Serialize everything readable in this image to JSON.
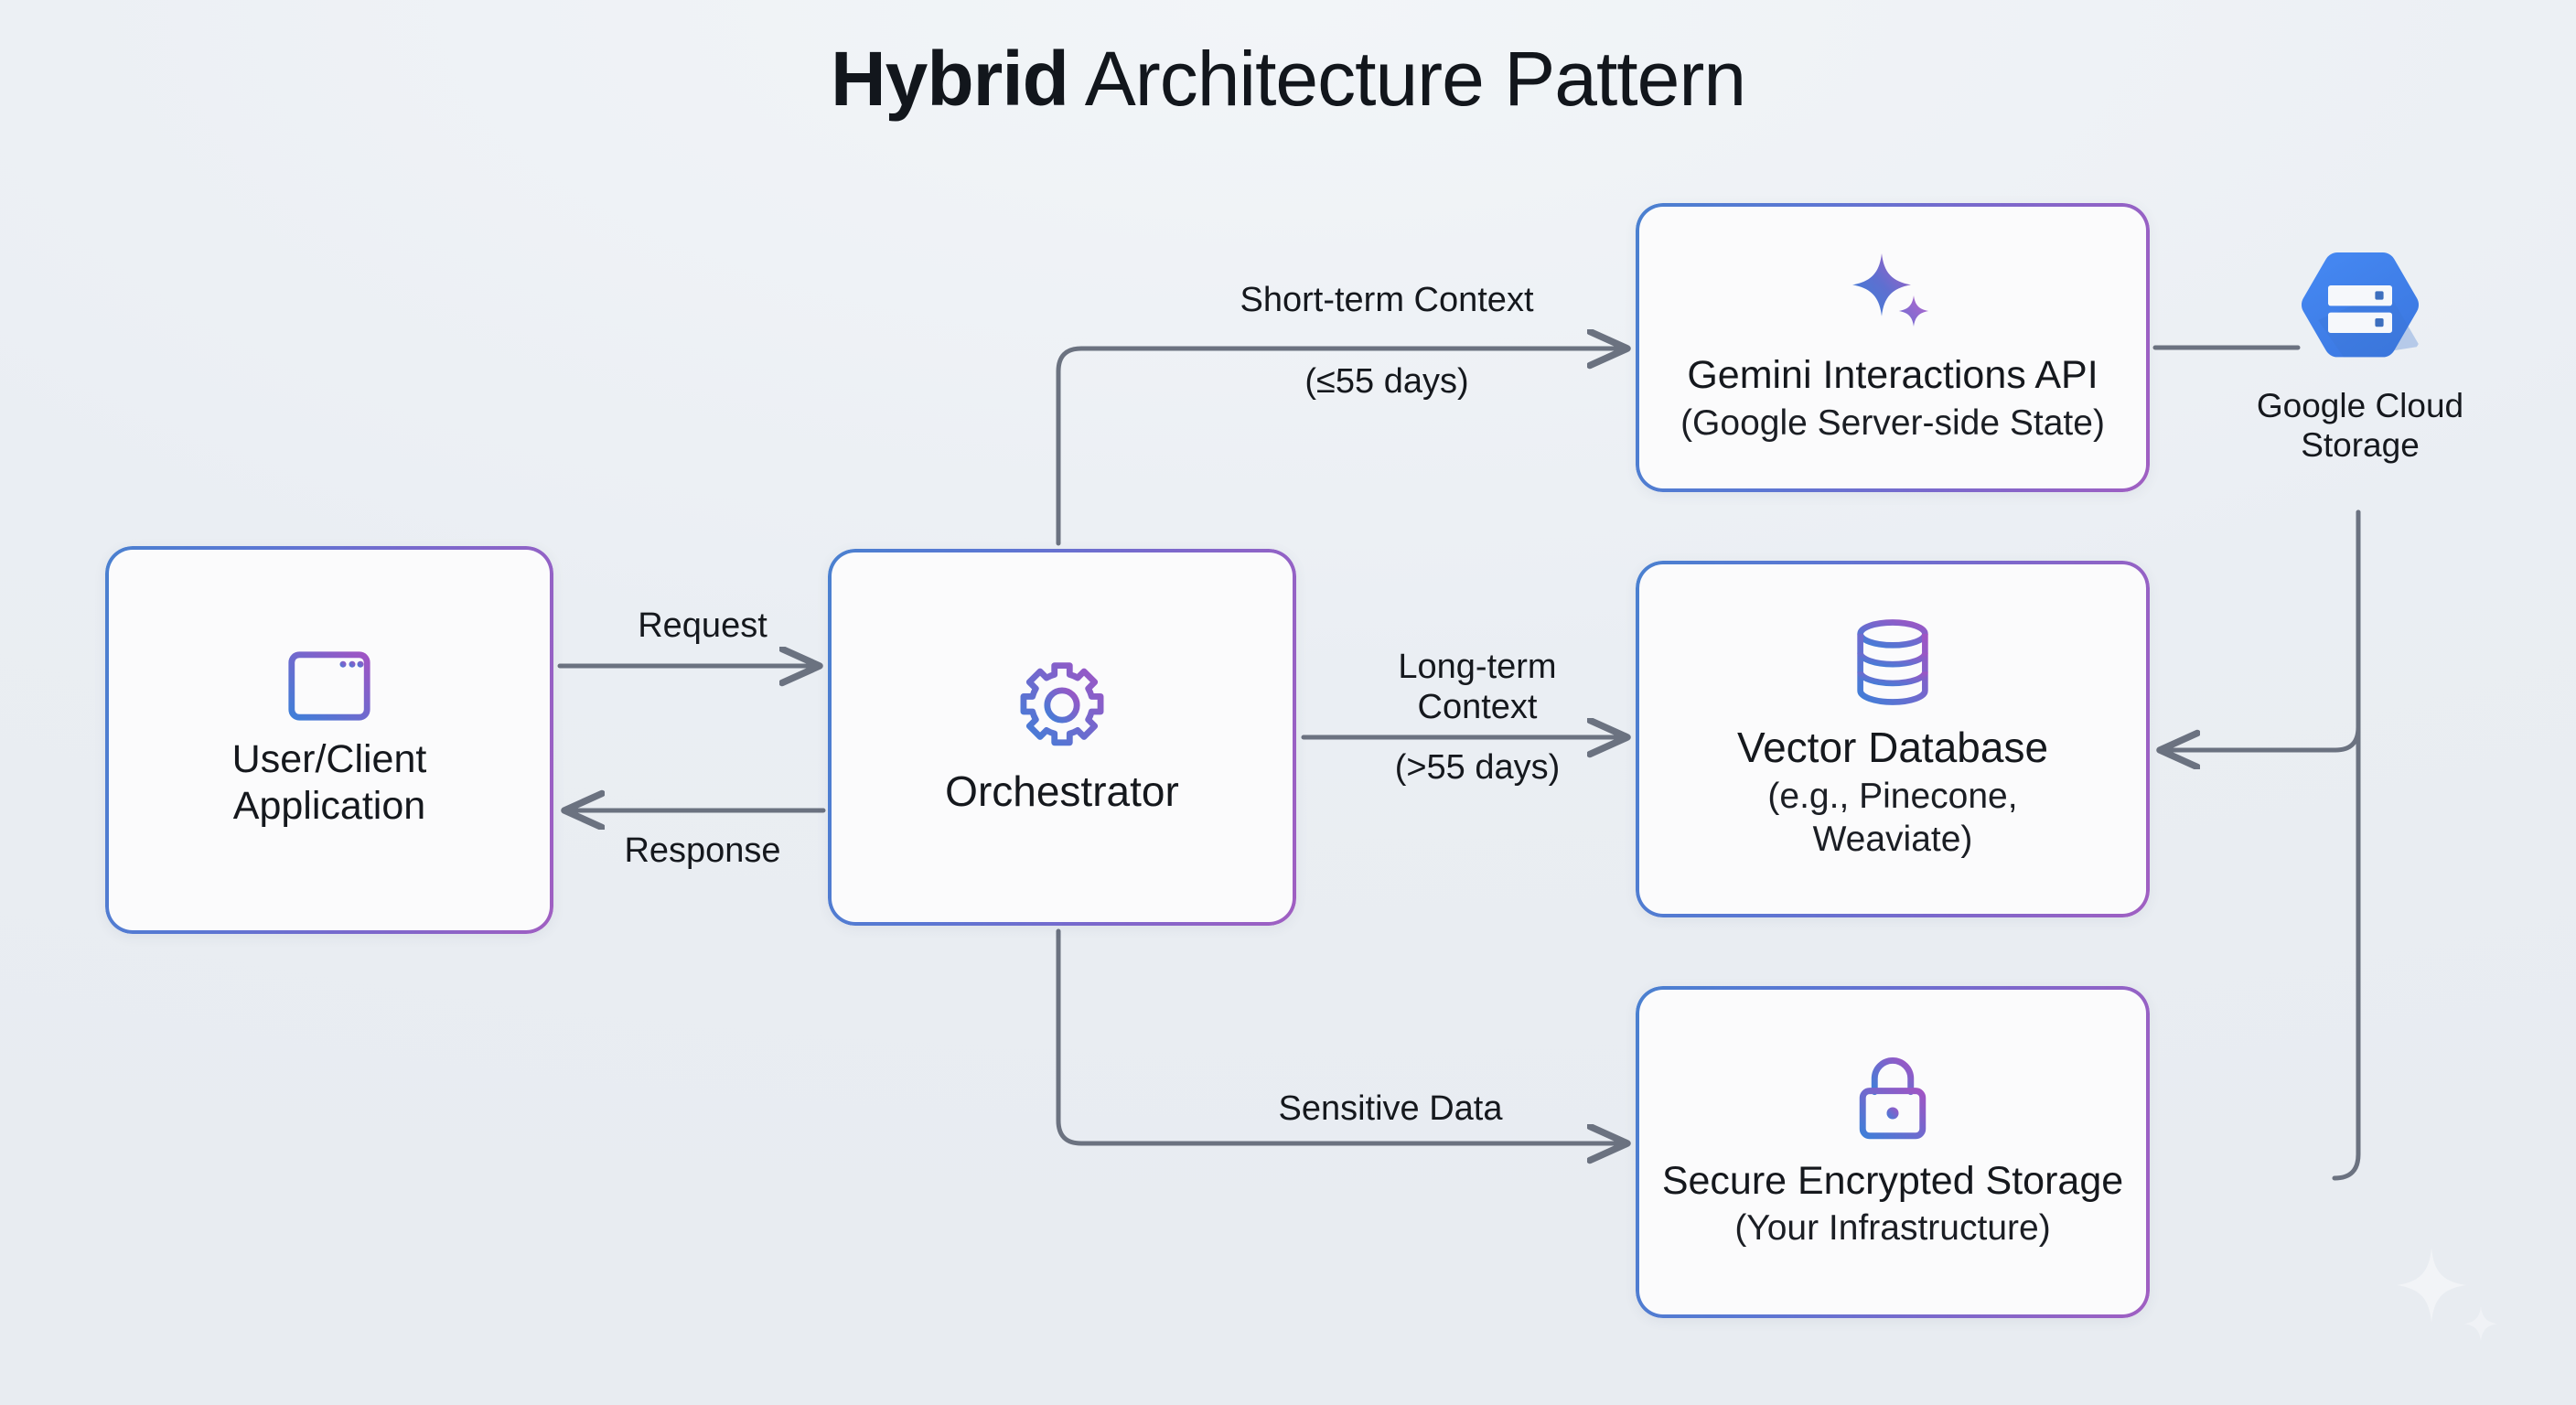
{
  "title": {
    "bold_part": "Hybrid",
    "rest": " Architecture Pattern"
  },
  "colors": {
    "background": "#eef1f5",
    "border_gradient_start": "#4a80d0",
    "border_gradient_end": "#a05fc2",
    "node_fill": "#fbfbfc",
    "connector": "#6b7280",
    "text": "#15181d",
    "gcs_blue": "#4285f4",
    "gcs_blue_dark": "#3367d6"
  },
  "nodes": [
    {
      "id": "user",
      "icon": "browser-window-icon",
      "title": "User/Client",
      "title_line2": "Application",
      "subtitle": ""
    },
    {
      "id": "orchestrator",
      "icon": "gear-icon",
      "title": "Orchestrator",
      "title_line2": "",
      "subtitle": ""
    },
    {
      "id": "gemini",
      "icon": "gemini-sparkle-icon",
      "title": "Gemini Interactions API",
      "title_line2": "",
      "subtitle": "(Google Server-side State)"
    },
    {
      "id": "vector",
      "icon": "database-cylinder-icon",
      "title": "Vector Database",
      "title_line2": "",
      "subtitle": "(e.g., Pinecone,\nWeaviate)"
    },
    {
      "id": "secure",
      "icon": "padlock-icon",
      "title": "Secure Encrypted Storage",
      "title_line2": "",
      "subtitle": "(Your Infrastructure)"
    },
    {
      "id": "gcs",
      "icon": "google-cloud-storage-hexagon-icon",
      "title": "Google Cloud",
      "title_line2": "Storage",
      "subtitle": ""
    }
  ],
  "edges": [
    {
      "id": "request",
      "from": "user",
      "to": "orchestrator",
      "label": "Request",
      "direction": "right"
    },
    {
      "id": "response",
      "from": "orchestrator",
      "to": "user",
      "label": "Response",
      "direction": "left"
    },
    {
      "id": "short",
      "from": "orchestrator",
      "to": "gemini",
      "label": "Short-term Context\n(≤55 days)",
      "direction": "right"
    },
    {
      "id": "long",
      "from": "orchestrator",
      "to": "vector",
      "label": "Long-term\nContext\n(>55 days)",
      "direction": "right"
    },
    {
      "id": "sensitive",
      "from": "orchestrator",
      "to": "secure",
      "label": "Sensitive Data",
      "direction": "right"
    },
    {
      "id": "gemini-gcs",
      "from": "gemini",
      "to": "gcs",
      "label": "",
      "direction": "none"
    },
    {
      "id": "gcs-vector",
      "from": "gcs",
      "to": "vector",
      "label": "",
      "direction": "left"
    }
  ],
  "edge_labels": {
    "request": "Request",
    "response": "Response",
    "short_line1": "Short-term Context",
    "short_line2": "(≤55 days)",
    "long_line1": "Long-term\nContext",
    "long_line2": "(>55 days)",
    "sensitive": "Sensitive Data"
  }
}
